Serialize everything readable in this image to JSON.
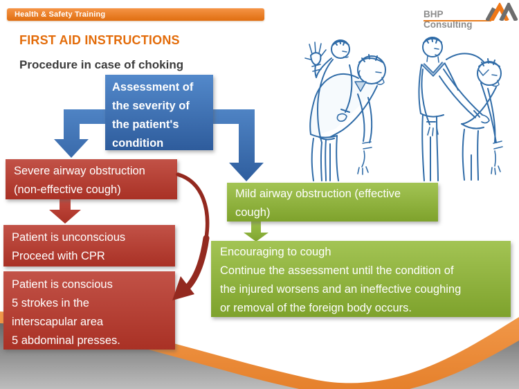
{
  "slide": {
    "banner": {
      "label": "Health & Safety Training"
    },
    "brand": {
      "name": "BHP Consulting"
    },
    "title": "FIRST AID INSTRUCTIONS",
    "subtitle": "Procedure in case of choking",
    "flow": {
      "assessment": "Assessment of the severity of the patient's condition",
      "severe": "Severe airway obstruction (non-effective cough)",
      "unconscious": "Patient is unconscious\nProceed with CPR",
      "conscious": "Patient is conscious\n5 strokes in the\ninterscapular area\n5 abdominal presses.",
      "mild": "Mild airway obstruction (effective cough)",
      "encouraging": "Encouraging to cough\nContinue the assessment until the condition of\nthe injured worsens and an ineffective coughing\nor removal of the foreign body occurs."
    },
    "illustration": {
      "description": "Blue line drawings: rescuer giving back blows to a bent-over choking patient (left) and rescuer supporting patient for abdominal thrusts (right)"
    },
    "colors": {
      "accent_orange": "#E36C0A",
      "banner_orange": "#E87D1E",
      "box_blue": "#3A6FB0",
      "box_red": "#B43A2E",
      "box_green": "#8FB43F",
      "arrow_dark_red": "#93291F",
      "wave_orange": "#EC8B3C",
      "wave_gray": "#8A8A8A",
      "brand_gray": "#8C8C8C",
      "illustration_ink": "#2F6BA7"
    }
  }
}
